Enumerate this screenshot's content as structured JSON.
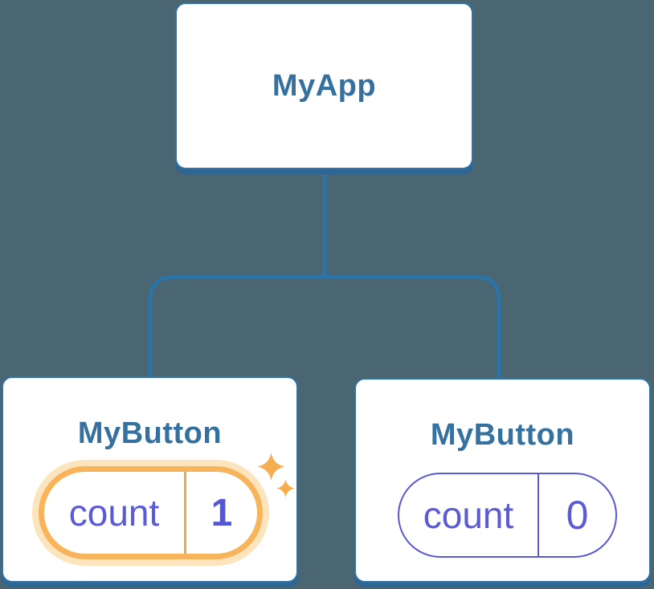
{
  "tree": {
    "root": {
      "label": "MyApp"
    },
    "children": [
      {
        "label": "MyButton",
        "state": {
          "key": "count",
          "value": "1"
        },
        "highlighted": true
      },
      {
        "label": "MyButton",
        "state": {
          "key": "count",
          "value": "0"
        },
        "highlighted": false
      }
    ]
  },
  "icons": {
    "sparkle_large": "sparkle-icon",
    "sparkle_small": "sparkle-icon"
  },
  "colors": {
    "background": "#4a6672",
    "card_fill": "#ffffff",
    "card_border": "#3273a6",
    "card_shadow": "#2d6695",
    "connector_line": "#2b74a8",
    "title_text": "#35719f",
    "state_text": "#5b5bd6",
    "state_value_bold": "#5456d4",
    "highlight_ring": "#f8b45a",
    "highlight_glow": "#fce4bc",
    "highlight_divider": "#efa83e",
    "idle_pill_border": "#5a5ad2",
    "sparkle": "#f6ad4d"
  }
}
